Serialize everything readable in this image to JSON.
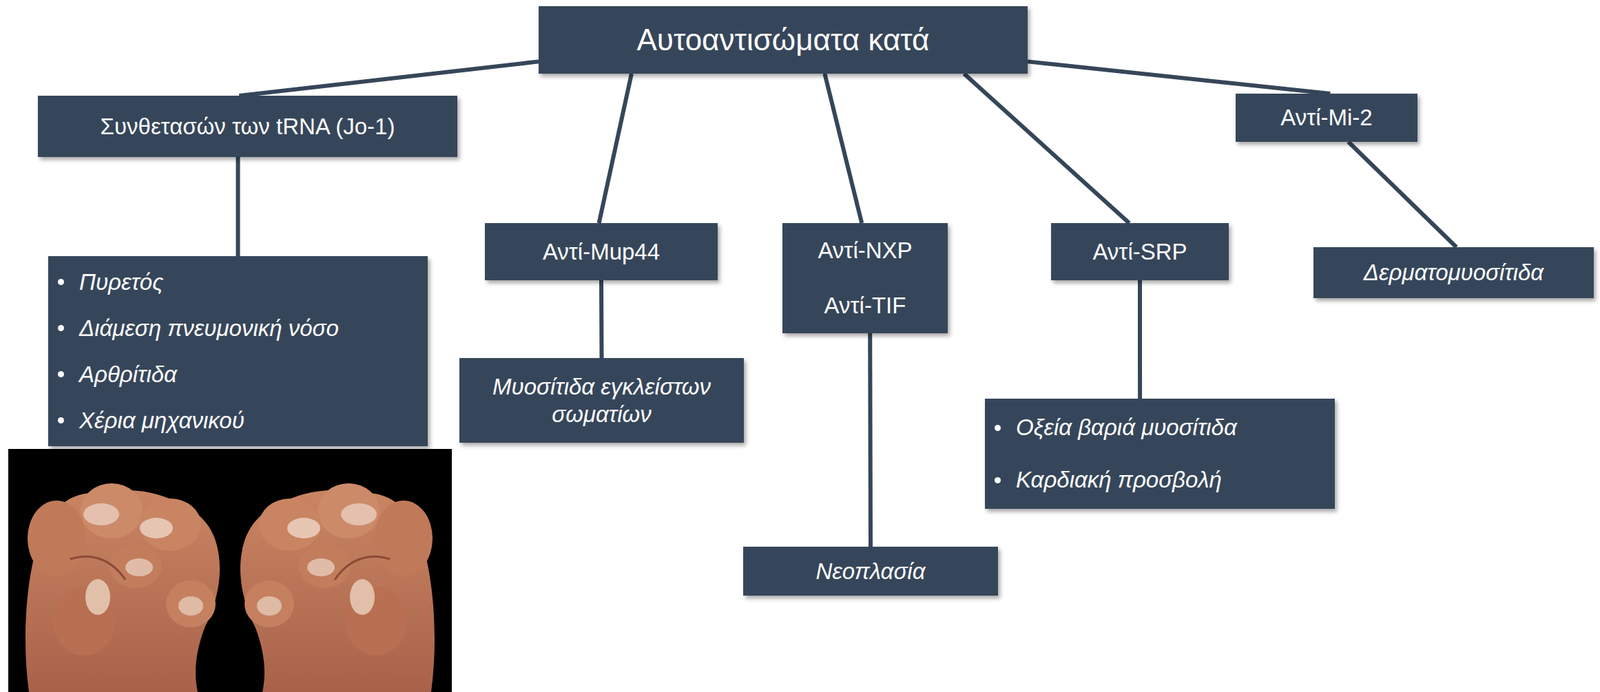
{
  "diagram": {
    "nodes": [
      {
        "text": [
          "Αυτοαντισώματα κατά"
        ]
      },
      {
        "text": [
          "Συνθετασών των tRNA (Jo-1)"
        ]
      },
      {
        "text": [
          "Πυρετός",
          "Διάμεση πνευμονική νόσο",
          "Αρθρίτιδα",
          "Χέρια μηχανικού"
        ]
      },
      {
        "text": [
          "Αντί-Mup44"
        ]
      },
      {
        "text": [
          "Μυοσίτιδα εγκλείστων σωματίων"
        ]
      },
      {
        "text": [
          "Αντί-NXP",
          "Αντί-TIF"
        ]
      },
      {
        "text": [
          "Νεοπλασία"
        ]
      },
      {
        "text": [
          "Αντί-SRP"
        ]
      },
      {
        "text": [
          "Οξεία βαριά μυοσίτιδα",
          "Καρδιακή προσβολή"
        ]
      },
      {
        "text": [
          "Αντί-Mi-2"
        ]
      },
      {
        "text": [
          "Δερματομυοσίτιδα"
        ]
      }
    ],
    "edges": [
      {
        "from": 0,
        "to": 1,
        "arrow": "none"
      },
      {
        "from": 0,
        "to": 3,
        "arrow": "none"
      },
      {
        "from": 0,
        "to": 5,
        "arrow": "none"
      },
      {
        "from": 0,
        "to": 7,
        "arrow": "none"
      },
      {
        "from": 0,
        "to": 9,
        "arrow": "none"
      },
      {
        "from": 1,
        "to": 2,
        "arrow": "none"
      },
      {
        "from": 3,
        "to": 4,
        "arrow": "none"
      },
      {
        "from": 5,
        "to": 6,
        "arrow": "none"
      },
      {
        "from": 7,
        "to": 8,
        "arrow": "none"
      },
      {
        "from": 9,
        "to": 10,
        "arrow": "none"
      }
    ]
  }
}
